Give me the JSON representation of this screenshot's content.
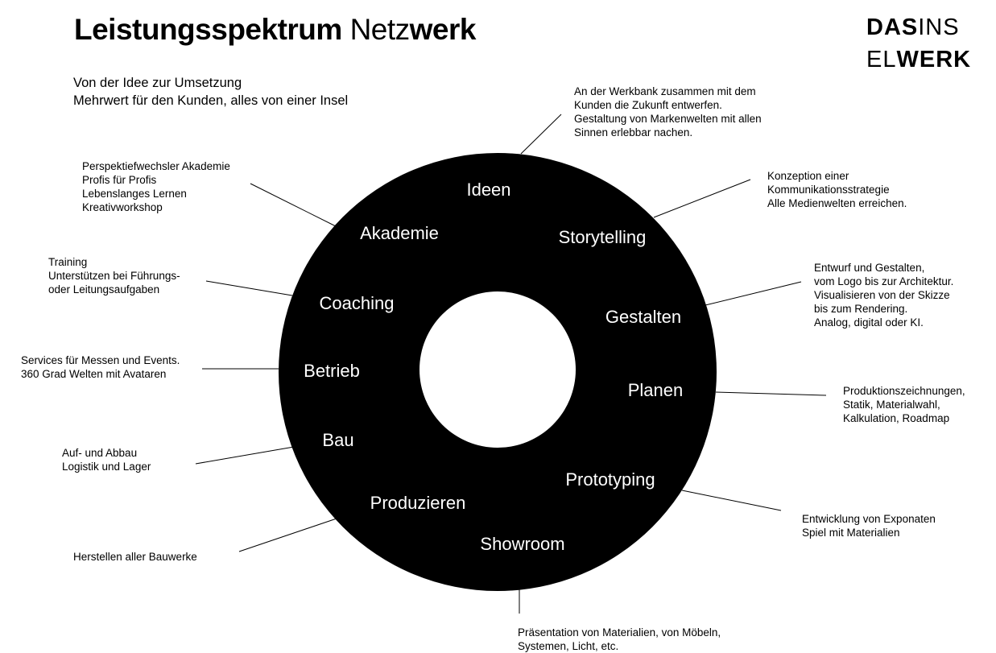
{
  "header": {
    "title_bold": "Leistungsspektrum",
    "title_light": "Netz",
    "title_bold_end": "werk"
  },
  "logo": {
    "line1_bold": "DAS",
    "line1_light": "INS",
    "line2_light": "EL",
    "line2_bold": "WERK"
  },
  "subtitle": {
    "line1": "Von der Idee zur Umsetzung",
    "line2": "Mehrwert für den Kunden, alles von einer Insel"
  },
  "ring": {
    "fill": "#000000",
    "hole": "#ffffff",
    "text_color": "#ffffff",
    "segments": [
      {
        "id": "ideen",
        "label": "Ideen"
      },
      {
        "id": "storytelling",
        "label": "Storytelling"
      },
      {
        "id": "gestalten",
        "label": "Gestalten"
      },
      {
        "id": "planen",
        "label": "Planen"
      },
      {
        "id": "prototyping",
        "label": "Prototyping"
      },
      {
        "id": "showroom",
        "label": "Showroom"
      },
      {
        "id": "produzieren",
        "label": "Produzieren"
      },
      {
        "id": "bau",
        "label": "Bau"
      },
      {
        "id": "betrieb",
        "label": "Betrieb"
      },
      {
        "id": "coaching",
        "label": "Coaching"
      },
      {
        "id": "akademie",
        "label": "Akademie"
      }
    ]
  },
  "notes": {
    "ideen": [
      "An der Werkbank zusammen mit dem",
      "Kunden die Zukunft entwerfen.",
      "Gestaltung von Markenwelten mit allen",
      "Sinnen erlebbar nachen."
    ],
    "storytelling": [
      "Konzeption einer",
      "Kommunikationsstrategie",
      "Alle Medienwelten erreichen."
    ],
    "gestalten": [
      "Entwurf und Gestalten,",
      "vom Logo bis zur Architektur.",
      "Visualisieren von der Skizze",
      "bis zum Rendering.",
      "Analog, digital oder KI."
    ],
    "planen": [
      "Produktionszeichnungen,",
      "Statik, Materialwahl,",
      "Kalkulation, Roadmap"
    ],
    "prototyping": [
      "Entwicklung von Exponaten",
      "Spiel mit Materialien"
    ],
    "showroom": [
      "Präsentation von Materialien, von Möbeln,",
      "Systemen, Licht, etc."
    ],
    "produzieren": [
      "Herstellen aller Bauwerke"
    ],
    "bau": [
      "Auf- und Abbau",
      "Logistik und Lager"
    ],
    "betrieb": [
      "Services für Messen und Events.",
      "360 Grad Welten mit Avataren"
    ],
    "coaching": [
      "Training",
      "Unterstützen bei Führungs-",
      "oder Leitungsaufgaben"
    ],
    "akademie": [
      "Perspektiefwechsler Akademie",
      "Profis für Profis",
      "Lebenslanges Lernen",
      "Kreativworkshop"
    ]
  }
}
